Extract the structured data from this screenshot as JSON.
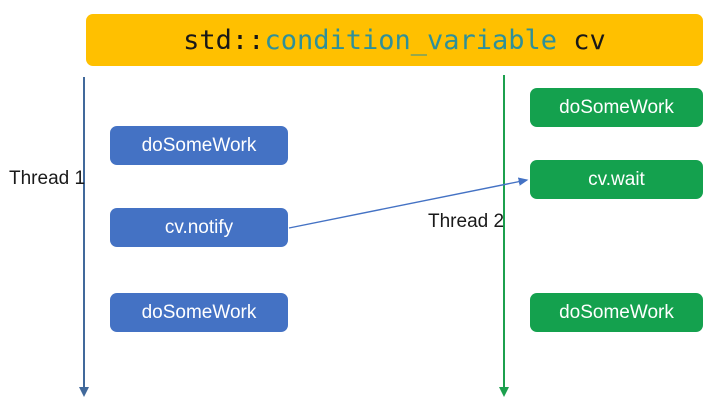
{
  "title": {
    "prefix": "std::",
    "highlight": "condition_variable",
    "suffix": " cv",
    "background_color": "#FFC000",
    "prefix_color": "#181818",
    "highlight_color": "#2E9099"
  },
  "threads": [
    {
      "id": "thread1",
      "label": "Thread 1",
      "color": "#41699B",
      "box_color": "#4472C4",
      "steps": [
        {
          "label": "doSomeWork"
        },
        {
          "label": "cv.notify"
        },
        {
          "label": "doSomeWork"
        }
      ]
    },
    {
      "id": "thread2",
      "label": "Thread 2",
      "color": "#1CA04E",
      "box_color": "#14A14E",
      "steps": [
        {
          "label": "doSomeWork"
        },
        {
          "label": "cv.wait"
        },
        {
          "label": "doSomeWork"
        }
      ]
    }
  ],
  "notify_arrow": {
    "color": "#4472C4",
    "from": "cv.notify",
    "to": "cv.wait"
  }
}
